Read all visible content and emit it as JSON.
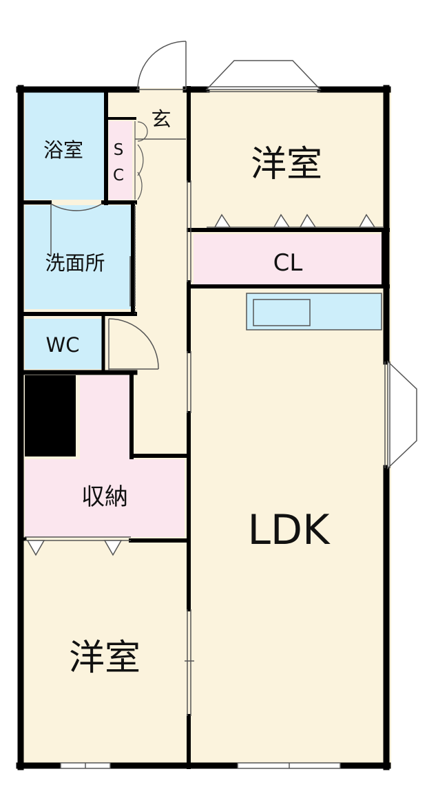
{
  "colors": {
    "wall": "#000000",
    "bath": "#cdeefa",
    "room": "#fbf3dd",
    "storage": "#fbe6ee",
    "line": "#555555"
  },
  "rooms": {
    "bath": "浴室",
    "sc_top": "S",
    "sc_bottom": "C",
    "entrance": "玄",
    "washroom": "洗面所",
    "wc": "WC",
    "storage": "収納",
    "western_top": "洋室",
    "closet": "CL",
    "ldk": "LDK",
    "western_bottom": "洋室"
  }
}
